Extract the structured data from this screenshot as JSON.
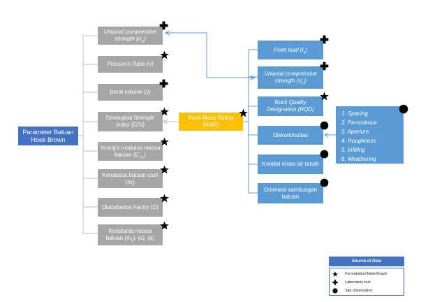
{
  "main": {
    "label": "Parameter Batuan\nHoek Brown"
  },
  "params": [
    {
      "id": "ucs",
      "pre": "Uniaxial compressive strength (σ",
      "sub": "ci",
      "post": ")",
      "italic": true,
      "icon": "plus"
    },
    {
      "id": "poisson",
      "pre": "Poisson's Ratio (ν)",
      "sub": "",
      "post": "",
      "italic": true,
      "icon": "star"
    },
    {
      "id": "berat",
      "pre": "Berat volume (γ)",
      "sub": "",
      "post": "",
      "italic": false,
      "icon": "plus"
    },
    {
      "id": "gsi",
      "pre": "Geological Strength Index (GSI)",
      "sub": "",
      "post": "",
      "italic": false,
      "icon": "star"
    },
    {
      "id": "young",
      "pre": "Young's modulus massa batuan (E'",
      "sub": "rm",
      "post": ")",
      "italic": false,
      "icon": "star"
    },
    {
      "id": "mi",
      "pre": "Konstanta batuan utuh (m",
      "sub": "i",
      "post": ")",
      "italic": false,
      "icon": "star"
    },
    {
      "id": "dist",
      "pre": "Disturbance Factor (D)",
      "sub": "",
      "post": "",
      "italic": false,
      "icon": "star"
    },
    {
      "id": "massa",
      "pre": "Konstanta massa batuan (m",
      "sub": "b",
      "post": "), (s), (a)",
      "italic": false,
      "icon": "star"
    }
  ],
  "rmr": {
    "label": "Rock Mass Rating (RMR)",
    "icon": "star"
  },
  "rmr_inputs": [
    {
      "id": "pl",
      "pre": "Point load (I",
      "sub": "s",
      "post": ")",
      "icon": "plus"
    },
    {
      "id": "ucs2",
      "pre": "Uniaxial compressive strength (σ",
      "sub": "ci",
      "post": ")",
      "icon": "plus"
    },
    {
      "id": "rqd",
      "pre": "Rock Quality Designation (RQD)",
      "sub": "",
      "post": "",
      "icon": "star"
    },
    {
      "id": "disk",
      "pre": "Diskontinuitas",
      "sub": "",
      "post": "",
      "icon": "circle"
    },
    {
      "id": "kondisi",
      "pre": "Kondisi muka air tanah",
      "sub": "",
      "post": "",
      "icon": "circle"
    },
    {
      "id": "orientasi",
      "pre": "Orientasi sambungan batuan",
      "sub": "",
      "post": "",
      "icon": "circle"
    }
  ],
  "disc_list": [
    "1. Spacing",
    "2. Persistence",
    "3. Aperture",
    "4. Roughness",
    "5. Infilling",
    "6. Weathering"
  ],
  "disc_icon": "circle",
  "legend": {
    "title": "Source of Data",
    "items": [
      {
        "icon": "star",
        "label": "Formulation/Table/Graph"
      },
      {
        "icon": "plus",
        "label": "Laboratory test"
      },
      {
        "icon": "circle",
        "label": "Site observation"
      }
    ]
  },
  "colors": {
    "gray": "#a6a6a6",
    "blue": "#5b9bd5",
    "dark_blue": "#4472c4",
    "gold": "#ffc000",
    "connector_gray": "#bfbfbf",
    "connector_blue": "#5b9bd5"
  }
}
